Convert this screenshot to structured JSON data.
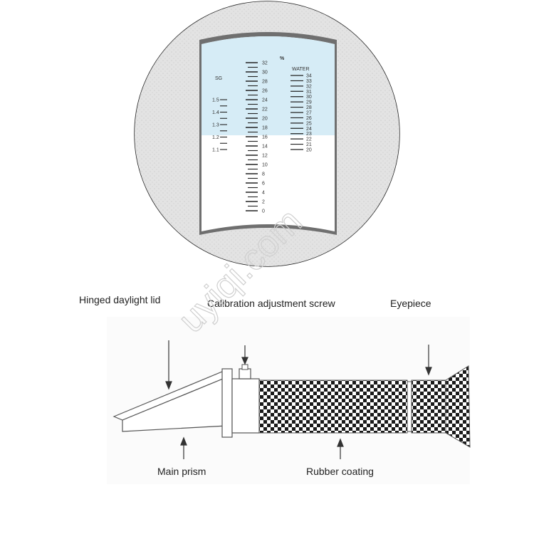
{
  "scale_view": {
    "percent_symbol": "%",
    "water_label": "WATER",
    "sg_label": "SG",
    "left_scale_numbers": [
      "1.5",
      "1.4",
      "1.3",
      "1.2",
      "1.1"
    ],
    "center_scale_numbers": [
      "32",
      "30",
      "28",
      "26",
      "24",
      "22",
      "20",
      "18",
      "16",
      "14",
      "12",
      "10",
      "8",
      "6",
      "4",
      "2",
      "0"
    ],
    "water_numbers": [
      "34",
      "33",
      "32",
      "31",
      "30",
      "29",
      "28",
      "27",
      "26",
      "25",
      "24",
      "23",
      "22",
      "21",
      "20"
    ]
  },
  "diagram_labels": {
    "hinged_lid": "Hinged daylight lid",
    "calibration_screw": "Calibration adjustment screw",
    "eyepiece": "Eyepiece",
    "main_prism": "Main prism",
    "rubber_coating": "Rubber coating"
  },
  "watermark": "uyiqi.com",
  "colors": {
    "field_blue": "#d6ecf6",
    "grip_dark": "#1a1a1a",
    "outline": "#444444"
  }
}
